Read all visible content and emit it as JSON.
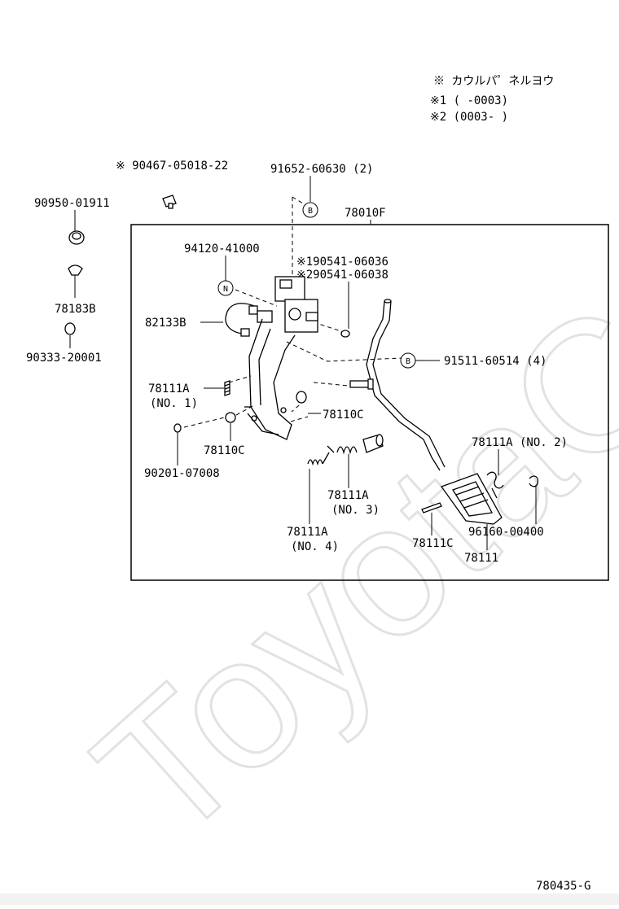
{
  "notes": {
    "line1": "※ カウルパ゜ネルヨウ",
    "line2": "※1 (     -0003)",
    "line3": "※2 (0003-     )"
  },
  "labels": {
    "p90467": "※ 90467-05018-22",
    "p91652": "91652-60630 (2)",
    "p90950": "90950-01911",
    "p78010F": "78010F",
    "p94120": "94120-41000",
    "p90541a": "※190541-06036",
    "p90541b": "※290541-06038",
    "p78183B": "78183B",
    "p82133B": "82133B",
    "p90333": "90333-20001",
    "p91511": "91511-60514 (4)",
    "p78111A_1": "78111A",
    "p78111A_1n": "(NO. 1)",
    "p78110C_r": "78110C",
    "p78110C_l": "78110C",
    "p90201": "90201-07008",
    "p78111A_2": "78111A (NO. 2)",
    "p78111A_3": "78111A",
    "p78111A_3n": "(NO. 3)",
    "p78111A_4": "78111A",
    "p78111A_4n": "(NO. 4)",
    "p96160": "96160-00400",
    "p78111C": "78111C",
    "p78111": "78111"
  },
  "markers": {
    "b": "B",
    "n": "N"
  },
  "watermark": "ToyotaC",
  "figure_code": "780435-G"
}
